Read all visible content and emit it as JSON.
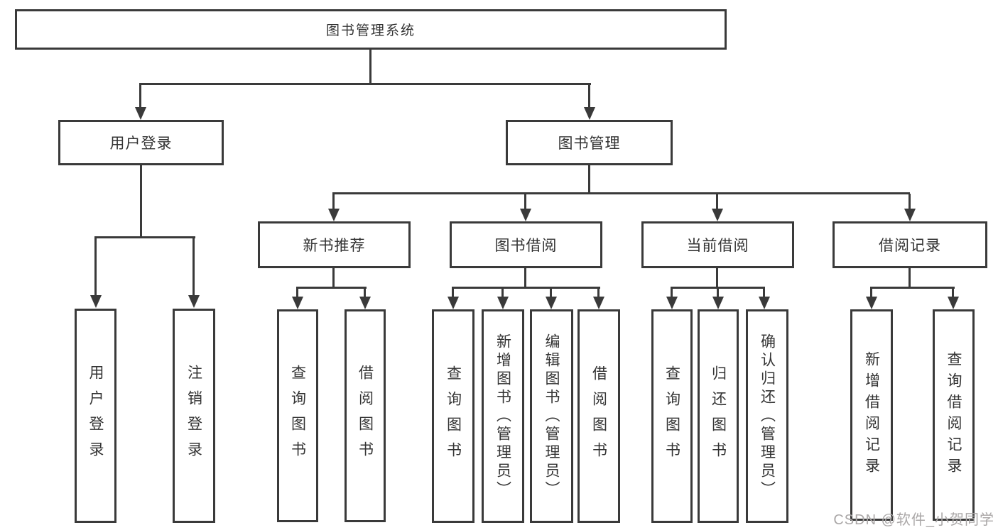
{
  "diagram": {
    "title": "图书管理系统",
    "branches": {
      "user_login": {
        "label": "用户登录",
        "children": [
          "用户登录",
          "注销登录"
        ]
      },
      "book_mgmt": {
        "label": "图书管理",
        "sections": {
          "new_books": {
            "label": "新书推荐",
            "children": [
              "查询图书",
              "借阅图书"
            ]
          },
          "borrow": {
            "label": "图书借阅",
            "children": [
              "查询图书",
              "新增图书（管理员）",
              "编辑图书（管理员）",
              "借阅图书"
            ]
          },
          "current": {
            "label": "当前借阅",
            "children": [
              "查询图书",
              "归还图书",
              "确认归还（管理员）"
            ]
          },
          "records": {
            "label": "借阅记录",
            "children": [
              "新增借阅记录",
              "查询借阅记录"
            ]
          }
        }
      }
    }
  },
  "watermark": "CSDN @软件_小贺同学",
  "colors": {
    "line": "#3a3a3a",
    "text": "#333333",
    "watermark": "#aaa7a7"
  }
}
